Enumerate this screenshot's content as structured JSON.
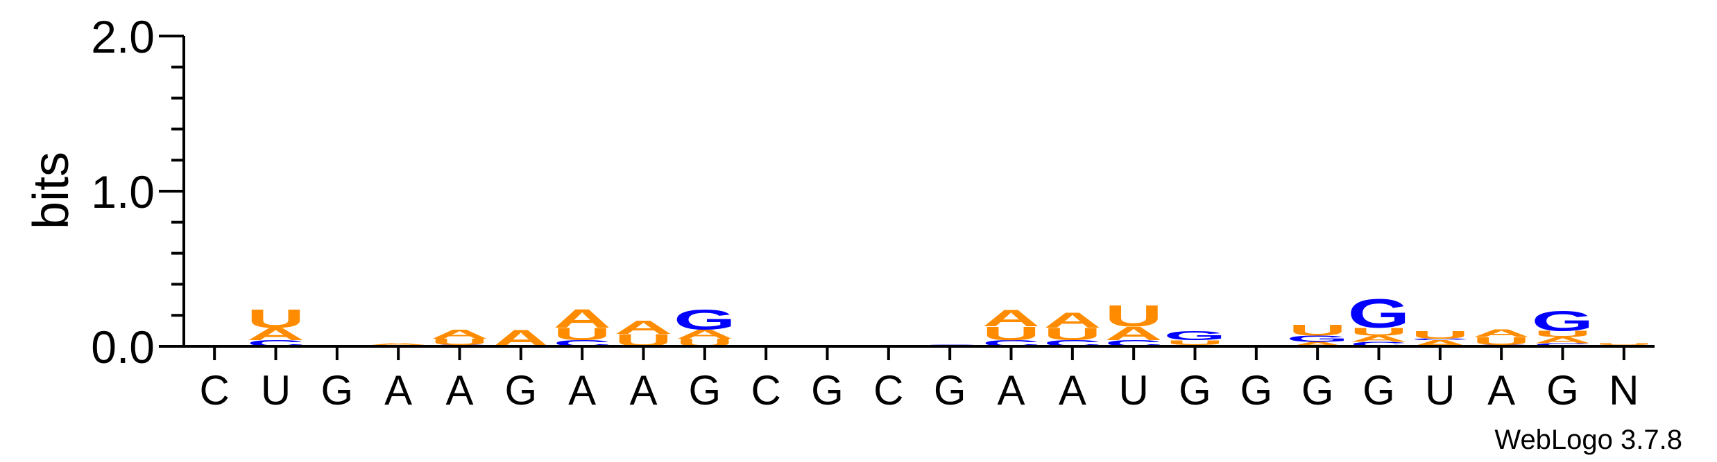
{
  "chart_data": {
    "type": "sequence-logo",
    "ylabel": "bits",
    "ylim": [
      0,
      2.0
    ],
    "yticks": [
      {
        "value": 0.0,
        "label": "0.0"
      },
      {
        "value": 1.0,
        "label": "1.0"
      },
      {
        "value": 2.0,
        "label": "2.0"
      }
    ],
    "colors": {
      "A": "#ff8c00",
      "U": "#ff8c00",
      "G": "#0000ff",
      "C": "#0000ff"
    },
    "consensus": [
      "C",
      "U",
      "G",
      "A",
      "A",
      "G",
      "A",
      "A",
      "G",
      "C",
      "G",
      "C",
      "G",
      "A",
      "A",
      "U",
      "G",
      "G",
      "G",
      "G",
      "U",
      "A",
      "G",
      "N"
    ],
    "stacks": [
      [],
      [
        {
          "l": "C",
          "h": 0.04
        },
        {
          "l": "A",
          "h": 0.08
        },
        {
          "l": "U",
          "h": 0.12
        }
      ],
      [],
      [
        {
          "l": "U",
          "h": 0.01
        },
        {
          "l": "A",
          "h": 0.01
        }
      ],
      [
        {
          "l": "C",
          "h": 0.01
        },
        {
          "l": "U",
          "h": 0.04
        },
        {
          "l": "A",
          "h": 0.06
        }
      ],
      [
        {
          "l": "A",
          "h": 0.11
        }
      ],
      [
        {
          "l": "C",
          "h": 0.04
        },
        {
          "l": "U",
          "h": 0.08
        },
        {
          "l": "A",
          "h": 0.12
        }
      ],
      [
        {
          "l": "U",
          "h": 0.08
        },
        {
          "l": "A",
          "h": 0.09
        }
      ],
      [
        {
          "l": "U",
          "h": 0.05
        },
        {
          "l": "A",
          "h": 0.06
        },
        {
          "l": "G",
          "h": 0.13
        }
      ],
      [],
      [
        {
          "l": "C",
          "h": 0.005
        }
      ],
      [],
      [
        {
          "l": "C",
          "h": 0.01
        }
      ],
      [
        {
          "l": "C",
          "h": 0.04
        },
        {
          "l": "U",
          "h": 0.09
        },
        {
          "l": "A",
          "h": 0.11
        }
      ],
      [
        {
          "l": "C",
          "h": 0.04
        },
        {
          "l": "U",
          "h": 0.08
        },
        {
          "l": "A",
          "h": 0.1
        }
      ],
      [
        {
          "l": "C",
          "h": 0.04
        },
        {
          "l": "A",
          "h": 0.09
        },
        {
          "l": "U",
          "h": 0.14
        }
      ],
      [
        {
          "l": "A",
          "h": 0.01
        },
        {
          "l": "U",
          "h": 0.03
        },
        {
          "l": "G",
          "h": 0.06
        }
      ],
      [],
      [
        {
          "l": "A",
          "h": 0.03
        },
        {
          "l": "G",
          "h": 0.04
        },
        {
          "l": "U",
          "h": 0.07
        }
      ],
      [
        {
          "l": "C",
          "h": 0.03
        },
        {
          "l": "A",
          "h": 0.04
        },
        {
          "l": "U",
          "h": 0.05
        },
        {
          "l": "G",
          "h": 0.19
        }
      ],
      [
        {
          "l": "A",
          "h": 0.04
        },
        {
          "l": "C",
          "h": 0.01
        },
        {
          "l": "U",
          "h": 0.05
        }
      ],
      [
        {
          "l": "C",
          "h": 0.01
        },
        {
          "l": "U",
          "h": 0.05
        },
        {
          "l": "A",
          "h": 0.05
        }
      ],
      [
        {
          "l": "C",
          "h": 0.02
        },
        {
          "l": "A",
          "h": 0.04
        },
        {
          "l": "U",
          "h": 0.04
        },
        {
          "l": "G",
          "h": 0.13
        }
      ],
      [
        {
          "l": "A",
          "h": 0.01
        },
        {
          "l": "U",
          "h": 0.01
        }
      ]
    ]
  },
  "footer": {
    "credit": "WebLogo 3.7.8"
  }
}
